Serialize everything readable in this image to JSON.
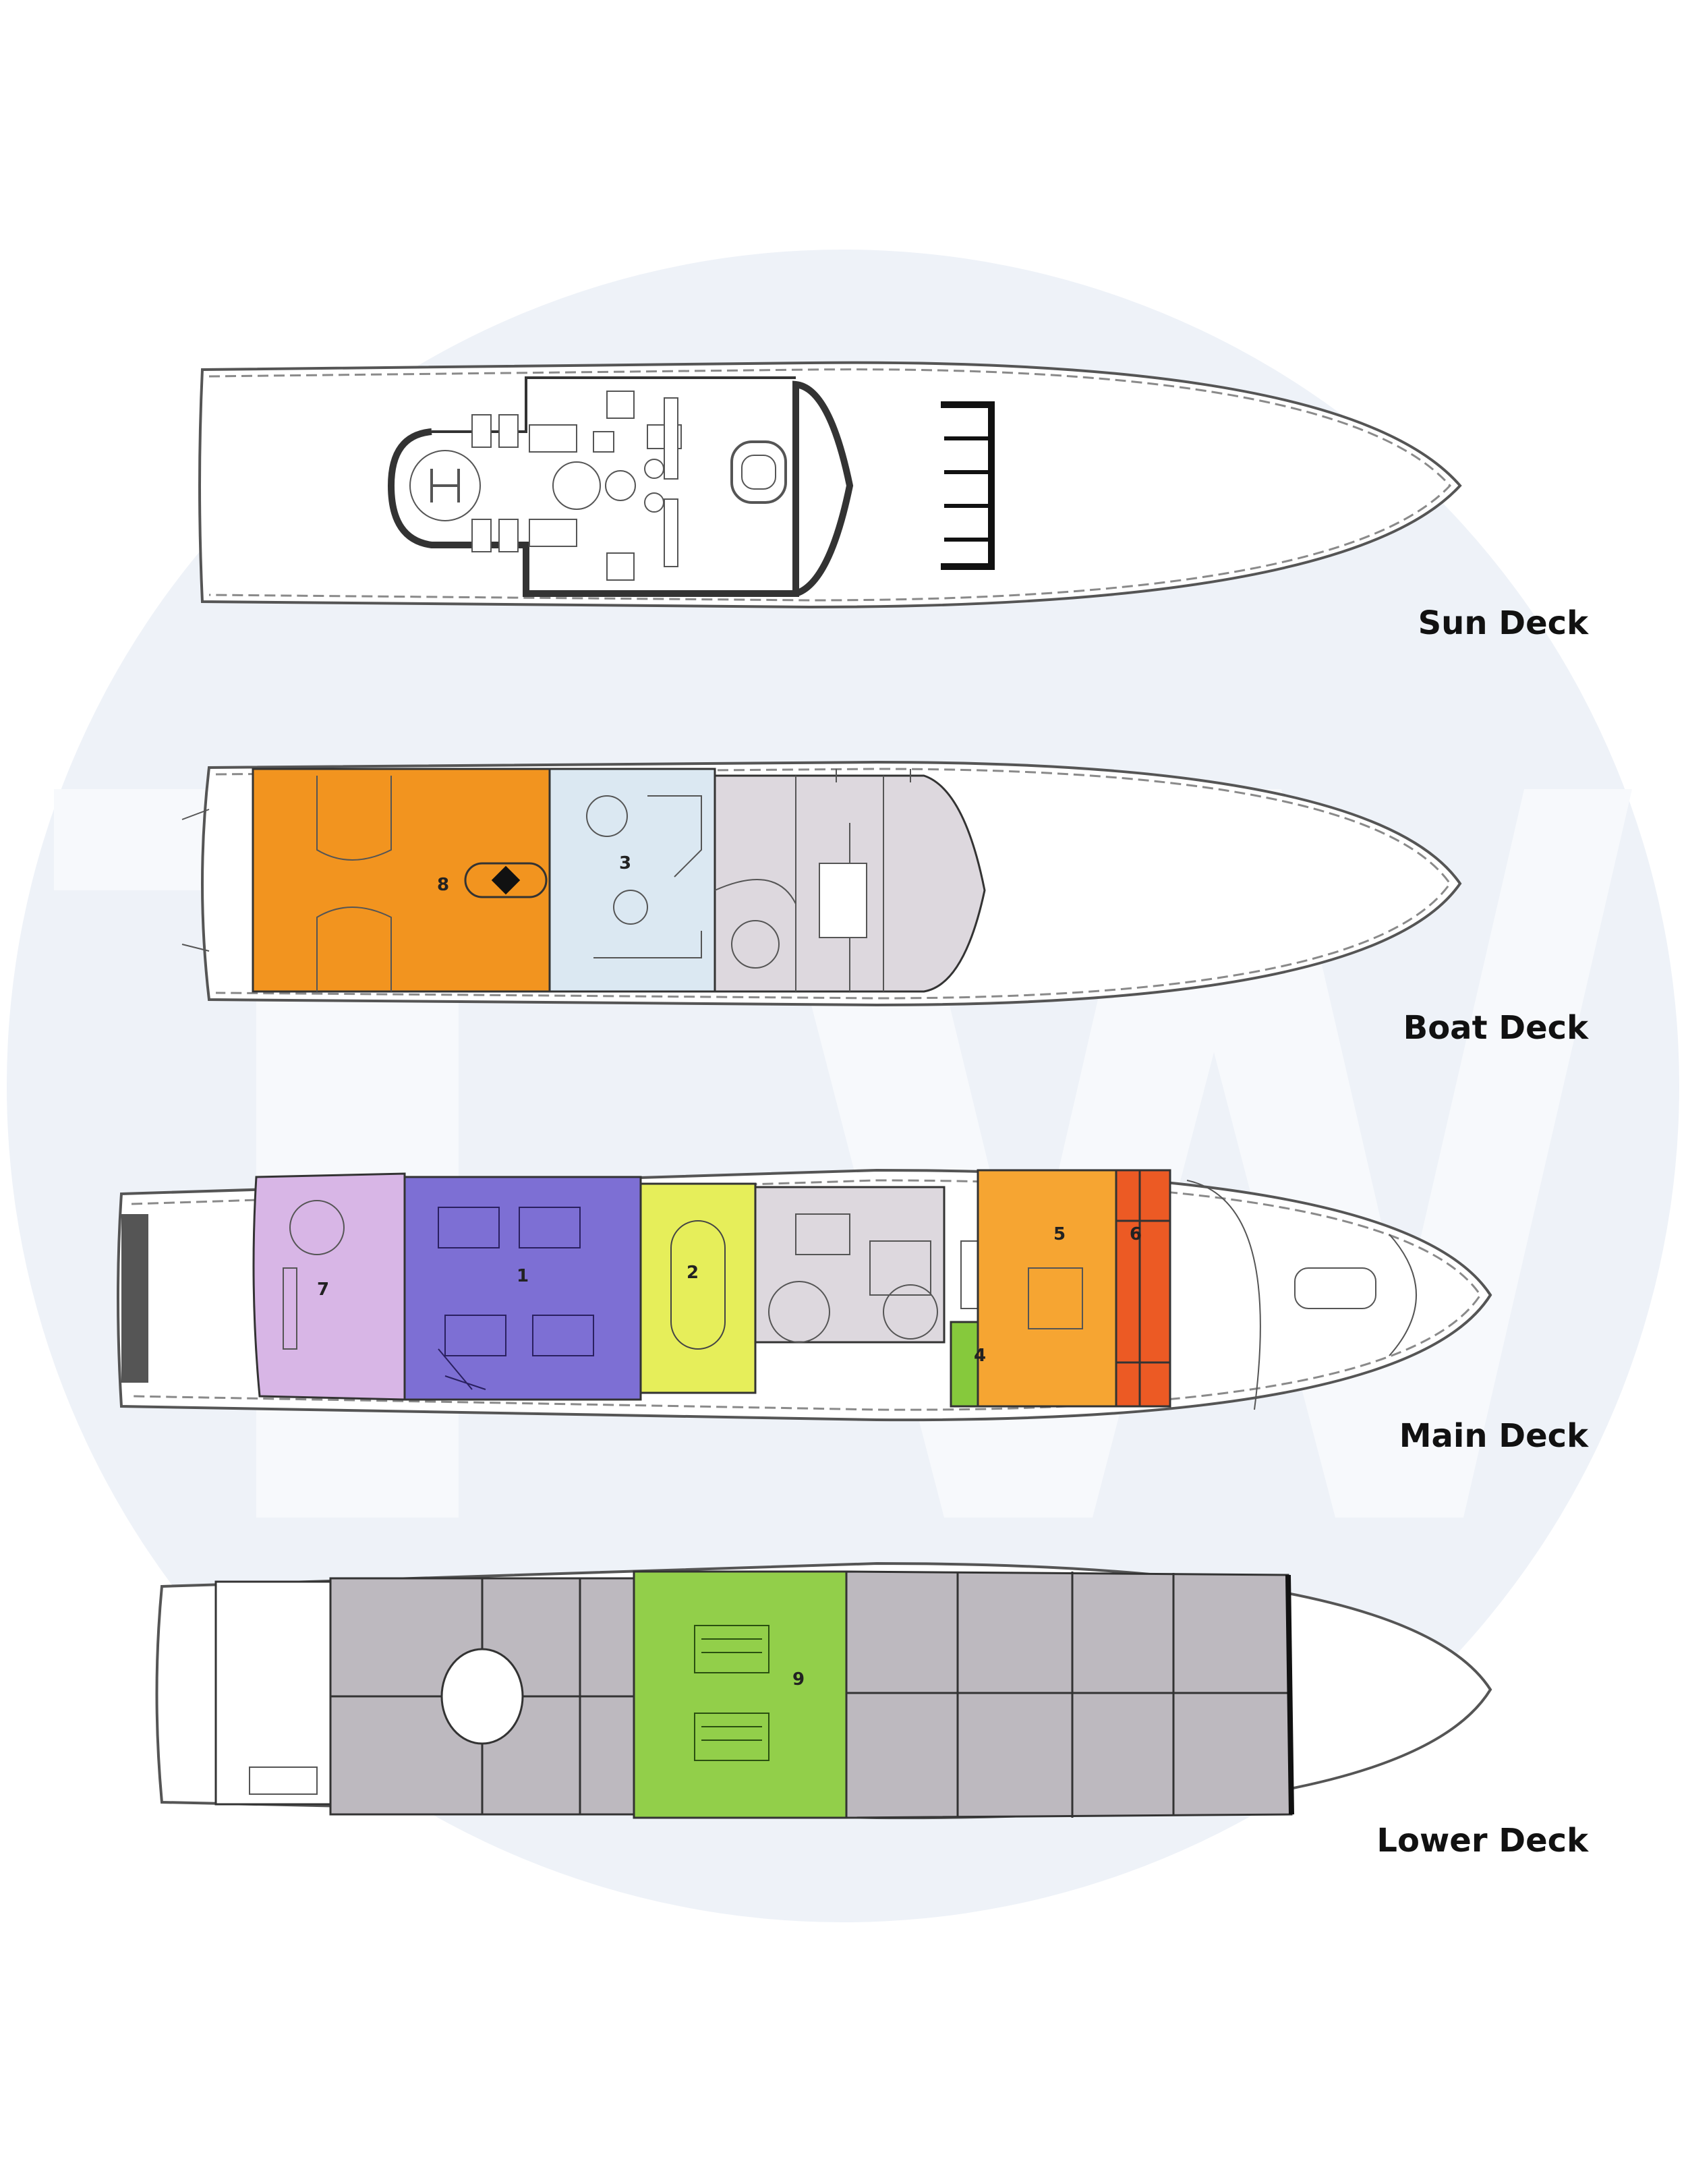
{
  "decks": [
    {
      "id": "sun",
      "label": "Sun Deck"
    },
    {
      "id": "boat",
      "label": "Boat Deck"
    },
    {
      "id": "main",
      "label": "Main Deck"
    },
    {
      "id": "lower",
      "label": "Lower Deck"
    }
  ],
  "zones": [
    {
      "number": "1",
      "deck": "Main Deck",
      "color": "#7d6fd4"
    },
    {
      "number": "2",
      "deck": "Main Deck",
      "color": "#e6ee5a"
    },
    {
      "number": "3",
      "deck": "Boat Deck",
      "color": "#dbe8f2"
    },
    {
      "number": "4",
      "deck": "Main Deck",
      "color": "#86c93c"
    },
    {
      "number": "5",
      "deck": "Main Deck",
      "color": "#f6a532"
    },
    {
      "number": "6",
      "deck": "Main Deck",
      "color": "#ec5a24"
    },
    {
      "number": "7",
      "deck": "Main Deck",
      "color": "#d8b6e6"
    },
    {
      "number": "8",
      "deck": "Boat Deck",
      "color": "#f2941f"
    },
    {
      "number": "9",
      "deck": "Lower Deck",
      "color": "#92cf4a"
    }
  ],
  "colors": {
    "watermark_circle": "#eef2f8",
    "crew_area_gray": "#bdb9bf",
    "hull_outline": "#555555"
  },
  "watermark_logo": "TW"
}
